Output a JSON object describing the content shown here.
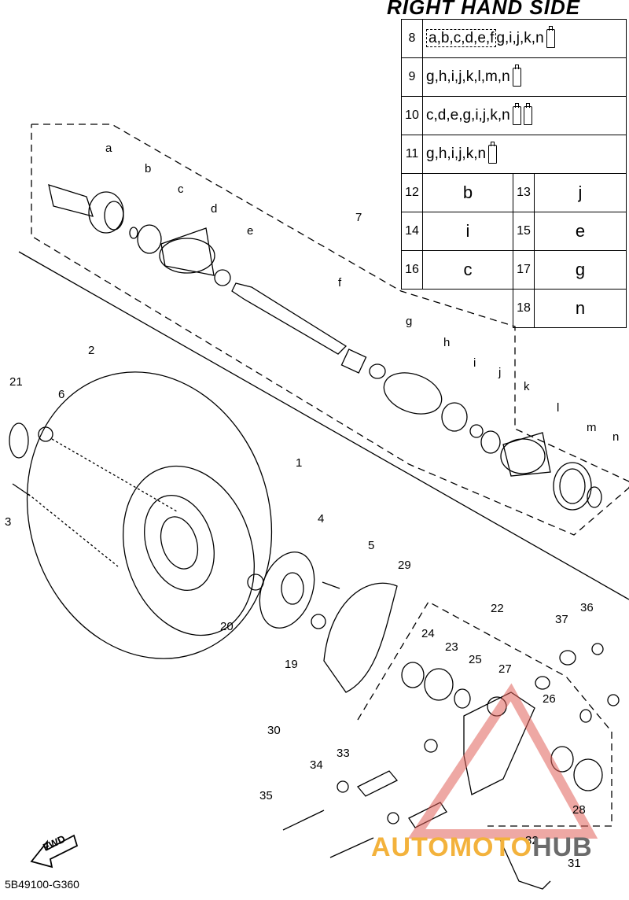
{
  "title": "RIGHT HAND SIDE",
  "diagram_code": "5B49100-G360",
  "watermark": {
    "part1": "AUTOMOTO",
    "part2": "HUB"
  },
  "fwd_label": "FWD",
  "reference_table": [
    {
      "num": "8",
      "boxed": "a,b,c,d,e,f",
      "rest": "g,i,j,k,n",
      "tubes": 1
    },
    {
      "num": "9",
      "rest": "g,h,i,j,k,l,m,n",
      "tubes": 1
    },
    {
      "num": "10",
      "rest": "c,d,e,g,i,j,k,n",
      "tubes": 2
    },
    {
      "num": "11",
      "rest": "g,h,i,j,k,n",
      "tubes": 1
    }
  ],
  "single_table": [
    {
      "num1": "12",
      "v1": "b",
      "num2": "13",
      "v2": "j"
    },
    {
      "num1": "14",
      "v1": "i",
      "num2": "15",
      "v2": "e"
    },
    {
      "num1": "16",
      "v1": "c",
      "num2": "17",
      "v2": "g"
    },
    {
      "num1": "",
      "v1": "",
      "num2": "18",
      "v2": "n"
    }
  ],
  "letter_labels": [
    "a",
    "b",
    "c",
    "d",
    "e",
    "f",
    "g",
    "h",
    "i",
    "j",
    "k",
    "l",
    "m",
    "n"
  ],
  "number_labels": [
    "1",
    "2",
    "3",
    "4",
    "5",
    "6",
    "7",
    "19",
    "20",
    "21",
    "22",
    "23",
    "24",
    "25",
    "26",
    "27",
    "28",
    "29",
    "30",
    "31",
    "32",
    "33",
    "34",
    "35",
    "36",
    "37"
  ],
  "colors": {
    "watermark_orange": "#f3b23c",
    "watermark_red": "#e0605a",
    "watermark_gray": "#6b6b6b"
  }
}
